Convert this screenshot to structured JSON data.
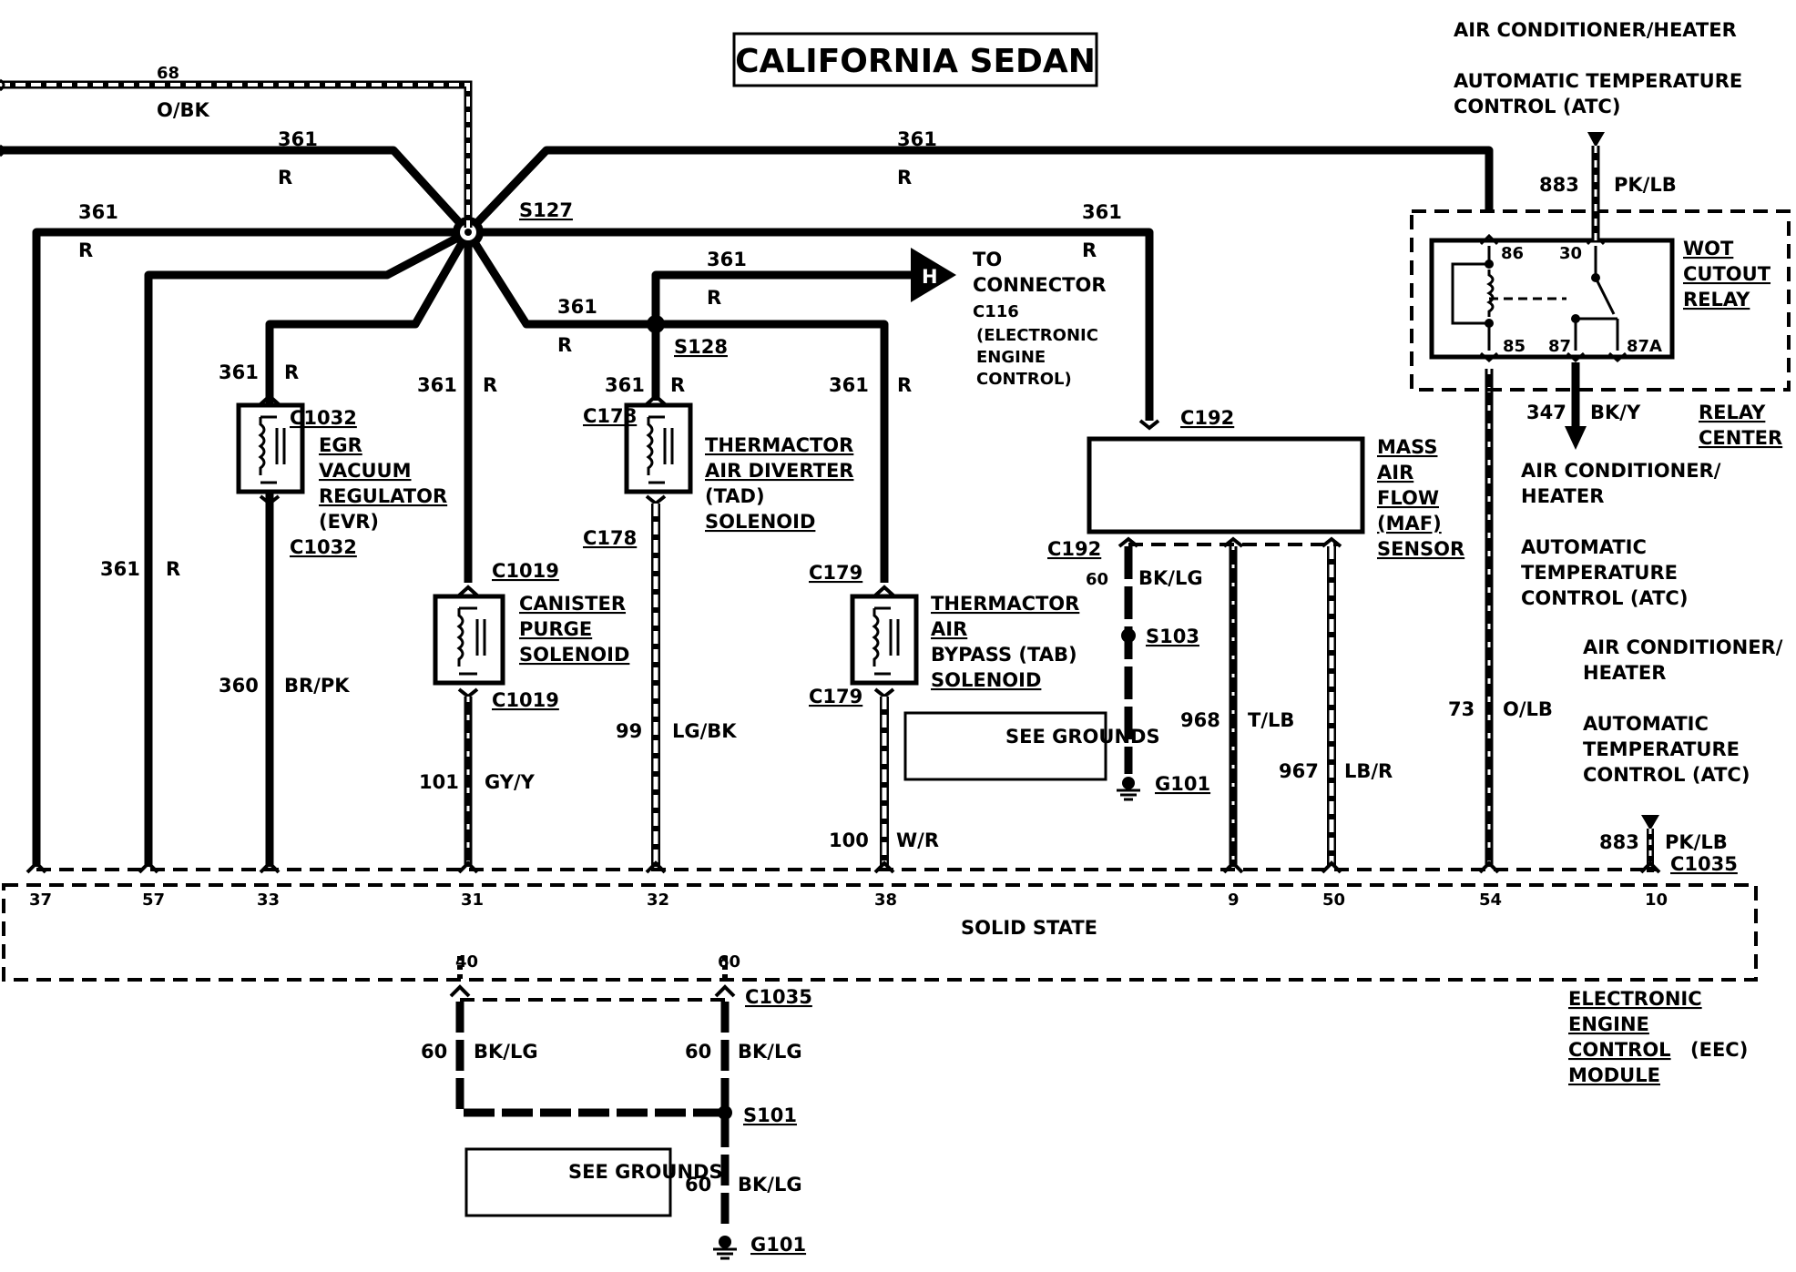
{
  "title": "CALIFORNIA SEDAN",
  "labels": {
    "ac_heater_top": "AIR CONDITIONER/HEATER",
    "atc_top_1": "AUTOMATIC TEMPERATURE",
    "atc_top_2": "CONTROL (ATC)",
    "wire_883": "883",
    "pk_lb": "PK/LB",
    "wot_1": "WOT",
    "wot_2": "CUTOUT",
    "wot_3": "RELAY",
    "relay_center_1": "RELAY",
    "relay_center_2": "CENTER",
    "relay_pin_86": "86",
    "relay_pin_30": "30",
    "relay_pin_85": "85",
    "relay_pin_87": "87",
    "relay_pin_87a": "87A",
    "wire_347": "347",
    "bk_y": "BK/Y",
    "ac_heater_mid_1": "AIR CONDITIONER/",
    "ac_heater_mid_2": "HEATER",
    "atc_mid_1": "AUTOMATIC",
    "atc_mid_2": "TEMPERATURE",
    "atc_mid_3": "CONTROL (ATC)",
    "ac_heater_low_1": "AIR CONDITIONER/",
    "ac_heater_low_2": "HEATER",
    "atc_low_1": "AUTOMATIC",
    "atc_low_2": "TEMPERATURE",
    "atc_low_3": "CONTROL (ATC)",
    "wire_68": "68",
    "o_bk": "O/BK",
    "wire_361": "361",
    "r": "R",
    "s127": "S127",
    "s128": "S128",
    "to_1": "TO",
    "to_2": "CONNECTOR",
    "to_3": "C116",
    "to_4": "(ELECTRONIC",
    "to_5": "ENGINE",
    "to_6": "CONTROL)",
    "h": "H",
    "c1032": "C1032",
    "egr_1": "EGR",
    "egr_2": "VACUUM",
    "egr_3": "REGULATOR",
    "egr_4": "(EVR)",
    "c1019": "C1019",
    "canister_1": "CANISTER",
    "canister_2": "PURGE",
    "canister_3": "SOLENOID",
    "c178": "C178",
    "tad_1": "THERMACTOR",
    "tad_2": "AIR DIVERTER",
    "tad_3": "(TAD)",
    "tad_4": "SOLENOID",
    "c179": "C179",
    "tab_1": "THERMACTOR",
    "tab_2": "AIR",
    "tab_3": "BYPASS (TAB)",
    "tab_4": "SOLENOID",
    "c192": "C192",
    "maf_1": "MASS",
    "maf_2": "AIR",
    "maf_3": "FLOW",
    "maf_4": "(MAF)",
    "maf_5": "SENSOR",
    "wire_60": "60",
    "bk_lg": "BK/LG",
    "s103": "S103",
    "g101": "G101",
    "see_grounds": "SEE GROUNDS",
    "wire_360": "360",
    "br_pk": "BR/PK",
    "wire_101": "101",
    "gy_y": "GY/Y",
    "wire_99": "99",
    "lg_bk": "LG/BK",
    "wire_100": "100",
    "w_r": "W/R",
    "wire_968": "968",
    "t_lb": "T/LB",
    "wire_967": "967",
    "lb_r": "LB/R",
    "wire_73": "73",
    "o_lb": "O/LB",
    "c1035": "C1035",
    "pin_37": "37",
    "pin_57": "57",
    "pin_33": "33",
    "pin_31": "31",
    "pin_32": "32",
    "pin_38": "38",
    "pin_9": "9",
    "pin_50": "50",
    "pin_54": "54",
    "pin_10": "10",
    "pin_40": "40",
    "pin_60": "60",
    "solid_state": "SOLID STATE",
    "s101": "S101",
    "eec_1": "ELECTRONIC",
    "eec_2": "ENGINE",
    "eec_3": "CONTROL",
    "eec_3b": "(EEC)",
    "eec_4": "MODULE"
  }
}
